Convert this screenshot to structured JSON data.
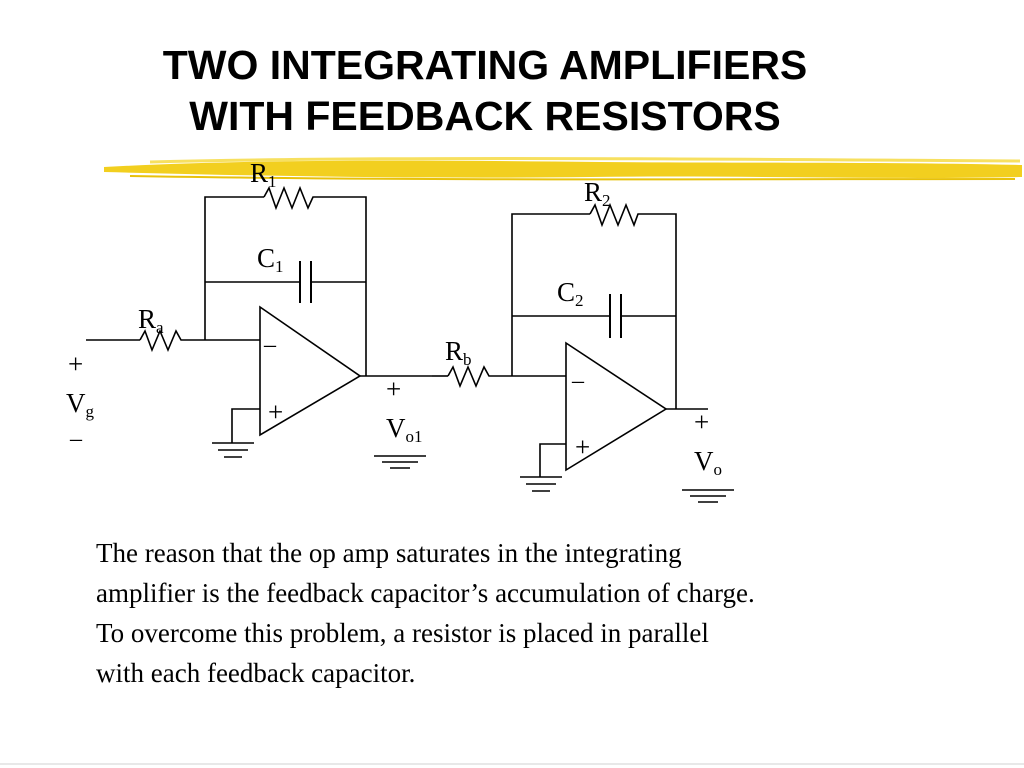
{
  "slide": {
    "title_lines": [
      "TWO INTEGRATING AMPLIFIERS",
      "WITH FEEDBACK RESISTORS"
    ],
    "accent_color": "#f2cf1f",
    "description_lines": [
      "The reason that the op amp saturates in the integrating",
      "amplifier is the feedback capacitor’s accumulation of charge.",
      "To overcome this problem, a resistor is placed in parallel",
      "with each feedback capacitor."
    ]
  },
  "circuit": {
    "stage1": {
      "feedback_resistor": {
        "letter": "R",
        "sub": "1"
      },
      "feedback_capacitor": {
        "letter": "C",
        "sub": "1"
      },
      "input_resistor": {
        "letter": "R",
        "sub": "a"
      },
      "inverting_sign": "–",
      "noninverting_sign": "+"
    },
    "stage2": {
      "feedback_resistor": {
        "letter": "R",
        "sub": "2"
      },
      "feedback_capacitor": {
        "letter": "C",
        "sub": "2"
      },
      "input_resistor": {
        "letter": "R",
        "sub": "b"
      },
      "inverting_sign": "–",
      "noninverting_sign": "+"
    },
    "source": {
      "plus": "+",
      "letter": "V",
      "sub": "g",
      "minus": "–"
    },
    "intermediate_output": {
      "plus": "+",
      "letter": "V",
      "sub": "o1"
    },
    "final_output": {
      "plus": "+",
      "letter": "V",
      "sub": "o"
    }
  }
}
